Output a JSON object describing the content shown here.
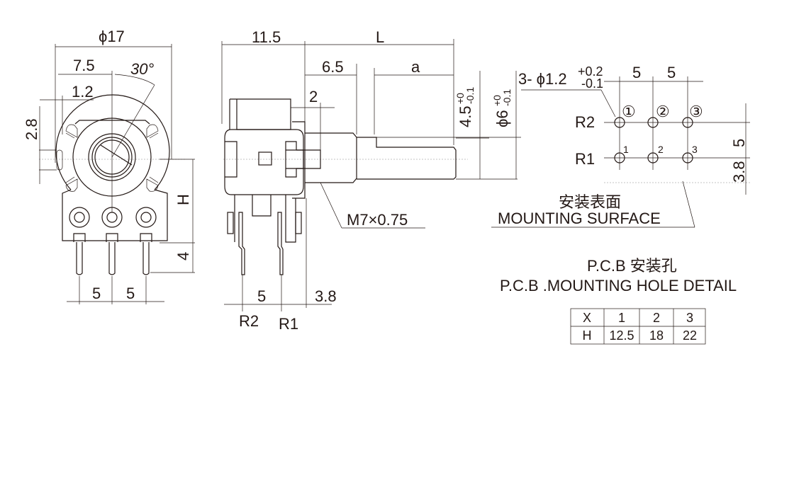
{
  "front_view": {
    "dia_label": "ϕ17",
    "dim_7_5": "7.5",
    "angle": "30°",
    "dim_1_2": "1.2",
    "dim_2_8": "2.8",
    "dim_H": "H",
    "dim_4": "4",
    "pitch_1": "5",
    "pitch_2": "5"
  },
  "side_view": {
    "dim_11_5": "11.5",
    "dim_L": "L",
    "dim_6_5": "6.5",
    "dim_a": "a",
    "dim_2": "2",
    "flat_dim": "4.5",
    "flat_tol_upper": "+0",
    "flat_tol_lower": "-0.1",
    "shaft_dim": "ϕ6",
    "shaft_tol_upper": "+0",
    "shaft_tol_lower": "-0.1",
    "thread": "M7×0.75",
    "pin_pitch": "5",
    "pin_offset": "3.8",
    "label_r2": "R2",
    "label_r1": "R1"
  },
  "pcb_detail": {
    "hole_spec": "3- ϕ1.2",
    "hole_tol_upper": "+0.2",
    "hole_tol_lower": "-0.1",
    "pitch_1": "5",
    "pitch_2": "5",
    "row_r2": "R2",
    "row_r1": "R1",
    "r2_numbers": [
      "①",
      "②",
      "③"
    ],
    "r1_numbers": [
      "1",
      "2",
      "3"
    ],
    "row_gap": "5",
    "surface_gap": "3.8",
    "surface_cn": "安装表面",
    "surface_en": "MOUNTING SURFACE",
    "title_cn": "P.C.B 安装孔",
    "title_en": "P.C.B .MOUNTING HOLE DETAIL"
  },
  "table": {
    "header": [
      "X",
      "1",
      "2",
      "3"
    ],
    "row": [
      "H",
      "12.5",
      "18",
      "22"
    ]
  }
}
